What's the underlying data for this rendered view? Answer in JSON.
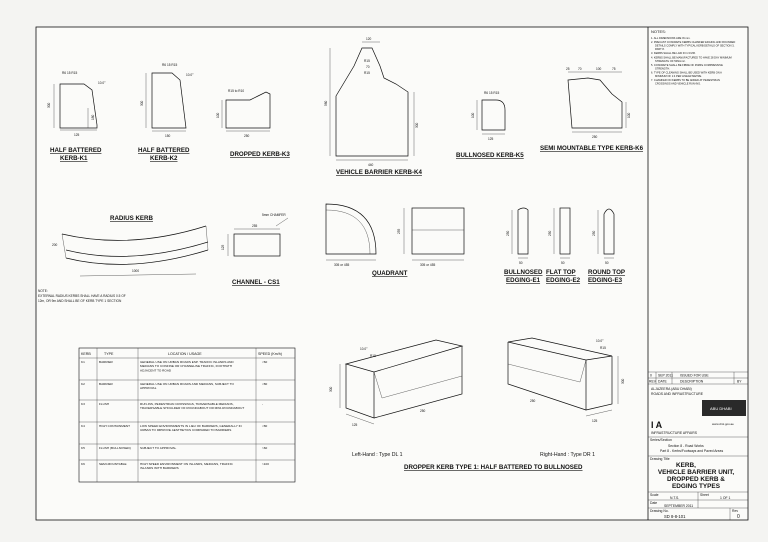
{
  "drawing": {
    "kerbs": [
      {
        "label": "HALF BATTERED",
        "label2": "KERB-K1",
        "dims": [
          "R6 15 R15",
          "300",
          "125",
          "180",
          "10.0°"
        ]
      },
      {
        "label": "HALF BATTERED",
        "label2": "KERB-K2",
        "dims": [
          "R6 15 R15",
          "300",
          "150",
          "10.0°"
        ]
      },
      {
        "label": "DROPPED KERB-K3",
        "dims": [
          "R15 to R10",
          "250",
          "100"
        ]
      },
      {
        "label": "VEHICLE BARRIER KERB-K4",
        "dims": [
          "120",
          "R15",
          "70",
          "R15",
          "580",
          "440",
          "300"
        ]
      },
      {
        "label": "BULLNOSED KERB-K5",
        "dims": [
          "R6 15 R15",
          "100",
          "125"
        ]
      },
      {
        "label": "SEMI MOUNTABLE TYPE KERB-K6",
        "dims": [
          "25",
          "70",
          "100",
          "75",
          "250",
          "100"
        ]
      }
    ],
    "radius_kerb": {
      "label": "RADIUS KERB",
      "dims": [
        "200",
        "1000"
      ]
    },
    "channel": {
      "label": "CHANNEL - CS1",
      "dims": [
        "5mm CHAMFER",
        "255",
        "125"
      ]
    },
    "quadrant": {
      "label": "QUADRANT",
      "dims": [
        "305 or 455",
        "305 or 455",
        "255"
      ]
    },
    "edgings": [
      {
        "label": "BULLNOSED",
        "label2": "EDGING-E1",
        "dims": [
          "250",
          "50"
        ]
      },
      {
        "label": "FLAT TOP",
        "label2": "EDGING-E2",
        "dims": [
          "250",
          "50"
        ]
      },
      {
        "label": "ROUND TOP",
        "label2": "EDGING-E3",
        "dims": [
          "250",
          "50"
        ]
      }
    ],
    "radius_note": [
      "NOTE:",
      "EXTERNAL RADIUS KERBS SHALL HAVE A RADIUS 0.5 OF",
      "12m, OR 9m AND SHALL BE OF KERB TYPE 1 SECTION"
    ],
    "dropper": {
      "title": "DROPPER KERB TYPE 1: HALF BATTERED TO BULLNOSED",
      "left": "Left-Hand : Type DL 1",
      "right": "Right-Hand : Type DR 1",
      "dims": [
        "10.0°",
        "R15",
        "125",
        "300",
        "250"
      ]
    }
  },
  "table": {
    "headers": [
      "KERB",
      "TYPE",
      "LOCATION / USAGE",
      "SPEED (Km/h)"
    ],
    "rows": [
      [
        "K1",
        "BARRIER",
        "GENERAL USE ON URBAN ROADS ESP. TRAFFIC ISLANDS AND MEDIANS TO CONFINE OR CHANNELISE TRAFFIC, FOOTPATH ADJACENT TO ROAD",
        "<60"
      ],
      [
        "K2",
        "BARRIER",
        "GENERAL USE ON URBAN ROADS AND MEDIANS, SUBJECT TO APPROVAL",
        "<80"
      ],
      [
        "K3",
        "FLUSH",
        "RUN-INS, PEDESTRIAN CROSSINGS, TRAVERSABLE MEDIANS, TRAVERSABLE SHOULDER OF ROUNDABOUT OR MINI-ROUNDABOUT",
        "-"
      ],
      [
        "K4",
        "HIGH CONTAINMENT",
        "LOW SPEED ENVIRONMENTS IN LIEU OF BARRIERS, GENERALLY IN URBAN TO IMPROVE AESTHETICS COMPARED TO BARRIERS",
        "<80"
      ],
      [
        "K5",
        "FLUSH (BULLNOSED)",
        "SUBJECT TO APPROVAL",
        ">60"
      ],
      [
        "K6",
        "SEMI-MOUNTABLE",
        "HIGH SPEED ENVIRONMENT ON ISLANDS, MEDIANS, TRAFFIC ISLANDS WITH BARRIERS",
        ">100"
      ]
    ]
  },
  "notes": {
    "title": "NOTES:",
    "items": [
      "1. ALL DIMENSIONS ARE IN mm.",
      "2. PRECAST CONCRETE KERBS CHAMFER EDGING AND ROUNDED DETAILS COMPLY WITH TYPICAL KERB DETAILS OF SECTION 3, PART 8.",
      "3. KERBS SHALL BE LAID IN 1:3 MIX.",
      "4. KERBS SHALL BE MANUFACTURED TO HAVE 28 DAY MINIMUM STRENGTH OF 50N/mm².",
      "5. CONCRETE SHALL BE FIBRE OF 45MPa COMPRESSIVE STRENGTH.",
      "6. TYPE OF CLEANING SHALL BE USED WITH KERB ON A MINIMUM OF 1:4 PER LINEAR METRE.",
      "7. CHAMFER ON KERBS TO BE ADDED AT PEDESTRIAN CROSSINGS AND VEHICLE RUN-INS."
    ]
  },
  "title_block": {
    "rev_header": [
      "REV",
      "DATE",
      "DESCRIPTION",
      "BY"
    ],
    "rev_row": [
      "0",
      "SEP 2011",
      "ISSUED FOR USE",
      ""
    ],
    "client_lines": [
      "ALJAZEERA (ABU DHABI)",
      "ROADS AND INFRASTRUCTURE"
    ],
    "logo_text": "I A",
    "logo_sub": "INFRASTRUCTURE AFFAIRS",
    "right_logo": "ABU DHABI",
    "contact": "www.dmt.gov.ae",
    "section_label": "Series/Section",
    "section_lines": [
      "Section 8 - Road Works",
      "Part 8 - Kerbs/Footways and Paved Areas"
    ],
    "drawing_title_label": "Drawing Title",
    "drawing_title": [
      "KERB,",
      "VEHICLE BARRIER UNIT,",
      "DROPPED KERB &",
      "EDGING TYPES"
    ],
    "scale_label": "Scale",
    "scale": "N.T.S.",
    "sheet_label": "Sheet",
    "sheet": "1 OF 1",
    "date_label": "Date",
    "date": "SEPTEMBER 2011",
    "dwg_label": "Drawing No.",
    "dwg_no": "SD 8-8-101",
    "rev_label": "Rev",
    "rev": "0"
  }
}
